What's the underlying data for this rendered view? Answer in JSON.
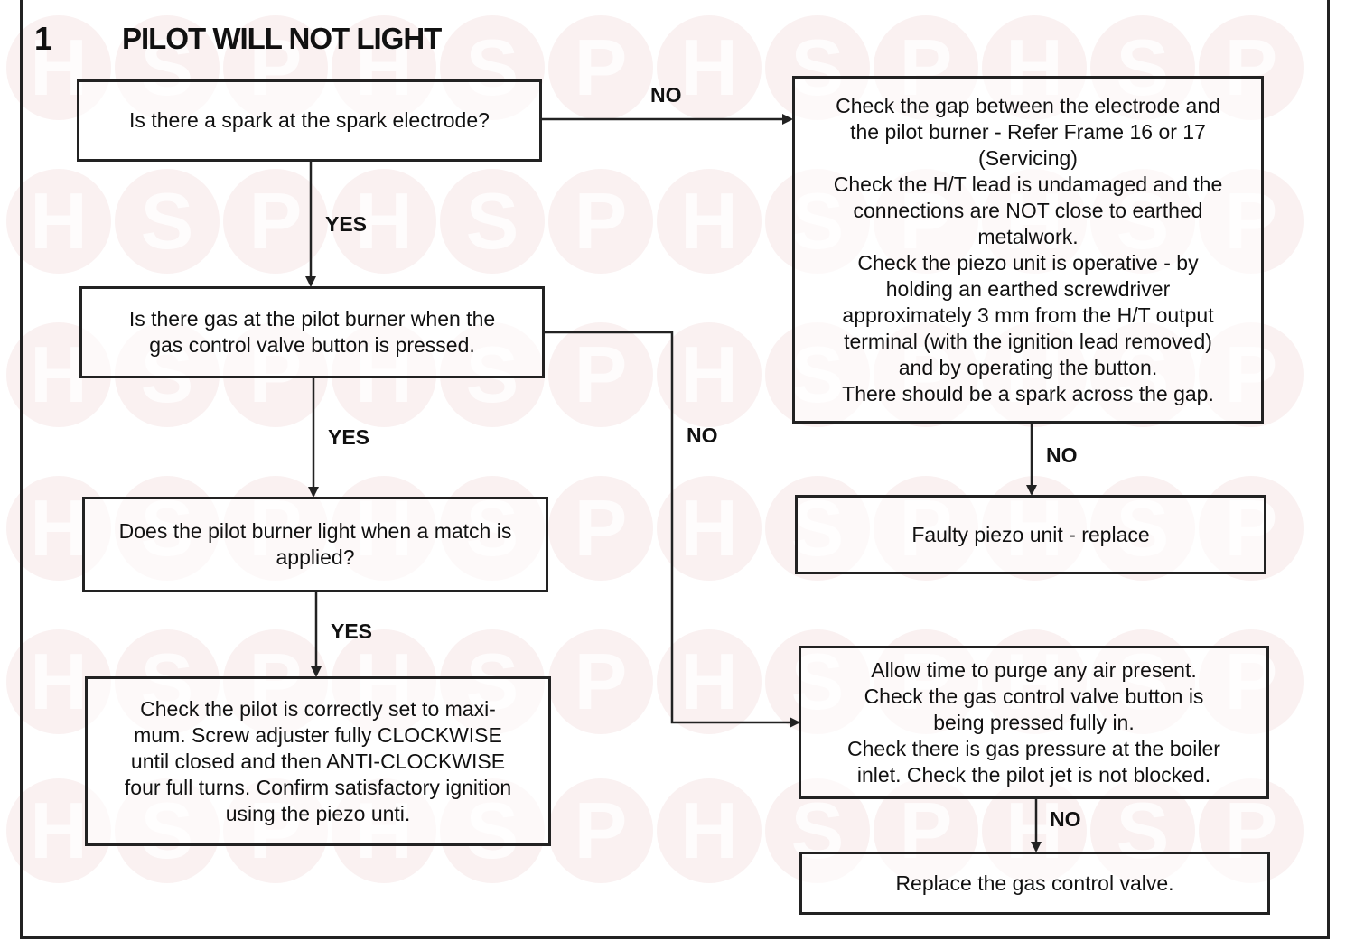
{
  "header": {
    "number": "1",
    "title": "PILOT WILL NOT LIGHT"
  },
  "boxes": {
    "spark_question": "Is there a spark at the spark electrode?",
    "gas_question": "Is there gas at the pilot burner when the\ngas control valve button is pressed.",
    "match_question": "Does the pilot burner light when a match is\napplied?",
    "pilot_setting": "Check the pilot is correctly set to maxi-\nmum. Screw adjuster fully CLOCKWISE\nuntil closed and then ANTI-CLOCKWISE\nfour full turns. Confirm satisfactory ignition\nusing the piezo unti.",
    "spark_checks": "Check the gap between the electrode and\nthe pilot burner - Refer Frame 16 or 17\n(Servicing)\nCheck the H/T lead is undamaged and the\nconnections are NOT close to earthed\nmetalwork.\nCheck the piezo unit is operative - by\nholding an earthed screwdriver\napproximately 3 mm from the H/T output\nterminal (with the ignition lead removed)\nand by operating the button.\nThere should be a spark across the gap.",
    "faulty_piezo": "Faulty piezo unit - replace",
    "gas_checks": "Allow time to purge any air present.\nCheck the gas control valve button is\nbeing pressed fully in.\nCheck there is gas pressure at the boiler\ninlet. Check the pilot jet is not blocked.",
    "replace_valve": "Replace the gas control valve."
  },
  "labels": {
    "no_spark": "NO",
    "yes_spark": "YES",
    "yes_gas": "YES",
    "no_gas": "NO",
    "yes_match": "YES",
    "no_piezo": "NO",
    "no_gas_checks": "NO"
  },
  "watermark": {
    "letters": [
      "H",
      "S",
      "P"
    ],
    "color": "#f3e1e1"
  }
}
